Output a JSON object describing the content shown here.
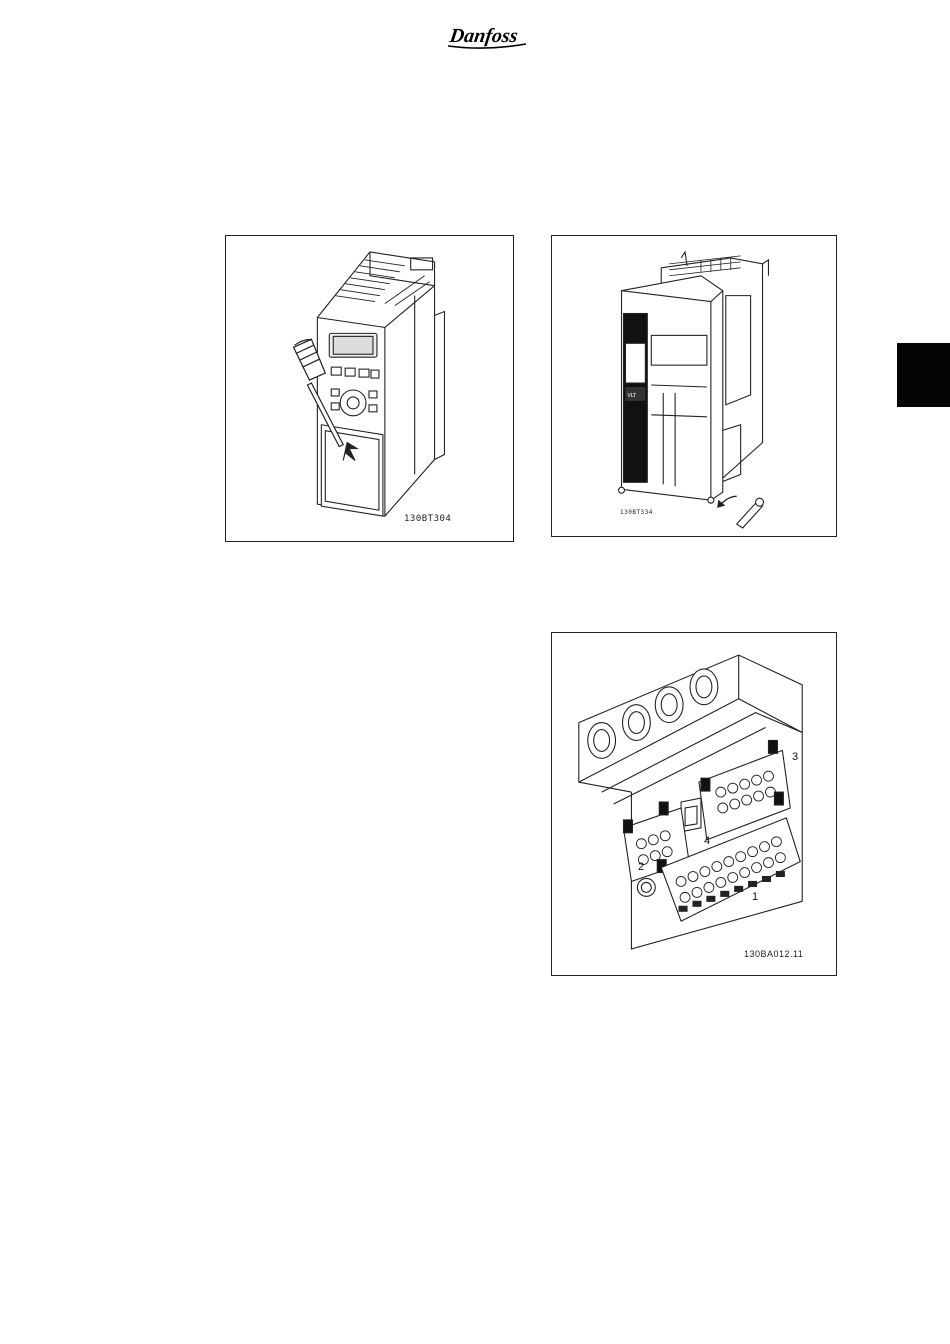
{
  "header": {
    "brand": "Danfoss"
  },
  "figures": [
    {
      "code": "130BT304"
    },
    {
      "code": "130BT334",
      "display_label": "VLT"
    },
    {
      "code": "130BA012.11",
      "callouts": [
        "1",
        "2",
        "3",
        "4"
      ]
    }
  ]
}
